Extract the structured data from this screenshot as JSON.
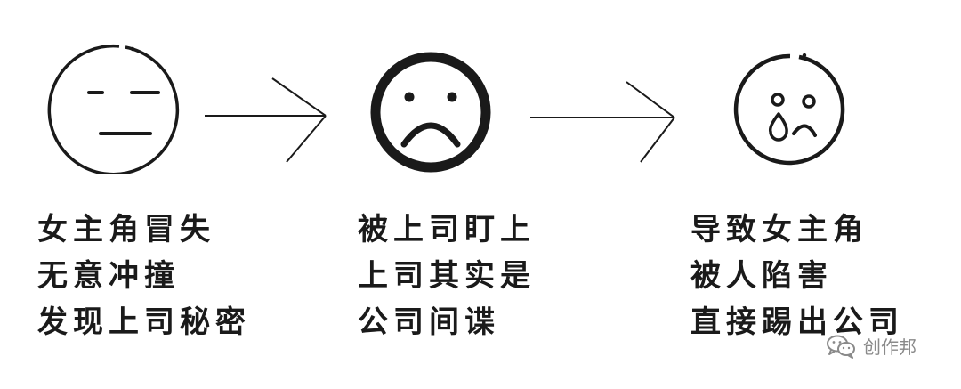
{
  "steps": [
    {
      "face": "neutral-face-icon",
      "lines": [
        "女主角冒失",
        "无意冲撞",
        "发现上司秘密"
      ]
    },
    {
      "face": "sad-face-icon",
      "lines": [
        "被上司盯上",
        "上司其实是",
        "公司间谍"
      ]
    },
    {
      "face": "crying-face-icon",
      "lines": [
        "导致女主角",
        "被人陷害",
        "直接踢出公司"
      ]
    }
  ],
  "watermark": {
    "icon": "wechat-icon",
    "text": "创作邦"
  },
  "colors": {
    "ink": "#1a1a1a",
    "watermark": "#8a8a8a",
    "background": "#ffffff"
  }
}
